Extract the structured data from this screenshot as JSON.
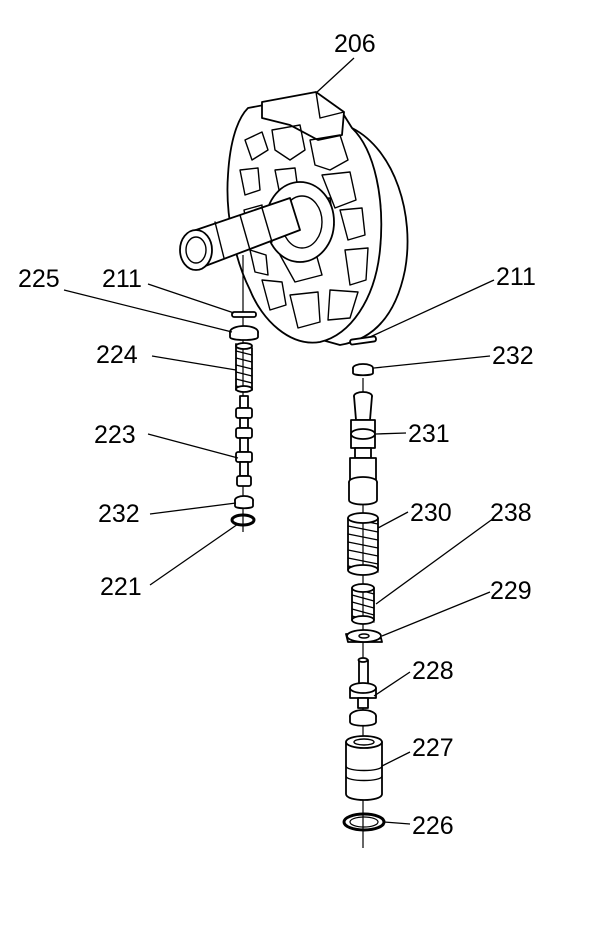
{
  "diagram": {
    "labels": {
      "l206": "206",
      "l211_left": "211",
      "l225": "225",
      "l224": "224",
      "l223": "223",
      "l232_left": "232",
      "l221": "221",
      "l211_right": "211",
      "l232_right": "232",
      "l231": "231",
      "l230": "230",
      "l238": "238",
      "l229": "229",
      "l228": "228",
      "l227": "227",
      "l226": "226"
    },
    "colors": {
      "ink": "#000000",
      "paper": "#ffffff"
    }
  }
}
